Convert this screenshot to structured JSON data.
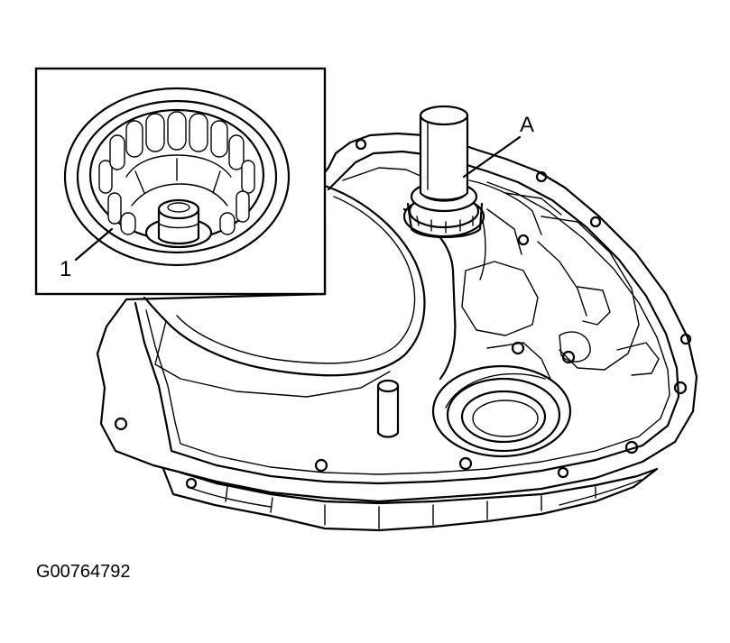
{
  "callouts": {
    "part_1": "1",
    "part_A": "A"
  },
  "figure_id": "G00764792"
}
